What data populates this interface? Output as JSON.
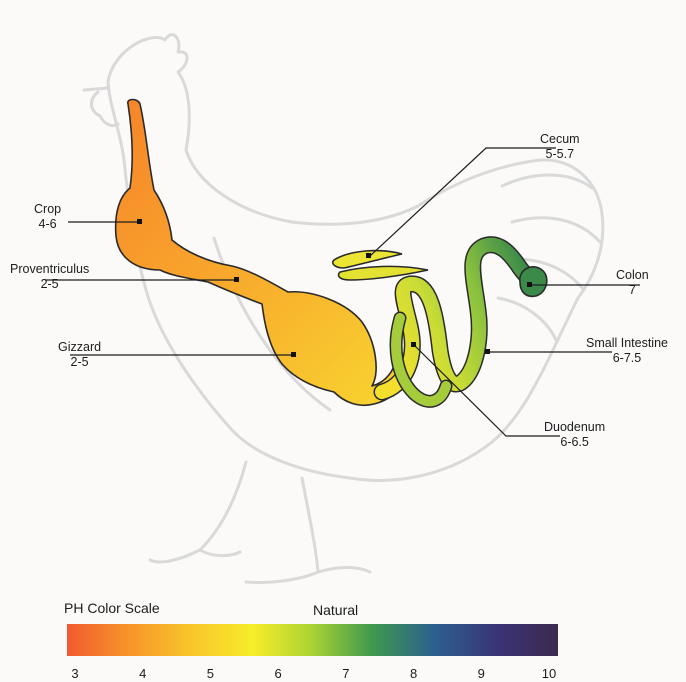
{
  "labels": {
    "crop": {
      "name": "Crop",
      "ph": "4-6"
    },
    "proventriculus": {
      "name": "Proventriculus",
      "ph": "2-5"
    },
    "gizzard": {
      "name": "Gizzard",
      "ph": "2-5"
    },
    "cecum": {
      "name": "Cecum",
      "ph": "5-5.7"
    },
    "colon": {
      "name": "Colon",
      "ph": "7"
    },
    "small_intestine": {
      "name": "Small Intestine",
      "ph": "6-7.5"
    },
    "duodenum": {
      "name": "Duodenum",
      "ph": "6-6.5"
    }
  },
  "scale": {
    "title": "PH Color Scale",
    "neutral_label": "Natural",
    "ticks": [
      "3",
      "4",
      "5",
      "6",
      "7",
      "8",
      "9",
      "10"
    ]
  },
  "colors": {
    "crop": "#f7932c",
    "proventriculus": "#f8ad2c",
    "gizzard": "#f8cf2f",
    "intestine": "#e8e42d",
    "small_intestine": "#8fc23e",
    "colon": "#3b8b4a",
    "silhouette": "#dcdcdc"
  }
}
